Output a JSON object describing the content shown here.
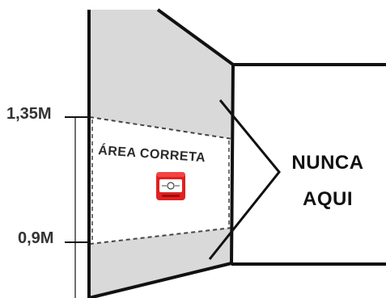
{
  "measurements": {
    "upper": "1,35M",
    "lower": "0,9M"
  },
  "correct_area": {
    "label": "ÁREA CORRETA"
  },
  "warning": {
    "line1": "NUNCA",
    "line2": "AQUI"
  },
  "device": {
    "icon": "fire-alarm-pull-station-icon",
    "color": "#e02121"
  },
  "colors": {
    "wall_fill": "#d9d9d9",
    "outline": "#111111",
    "alarm_red": "#e02121"
  }
}
